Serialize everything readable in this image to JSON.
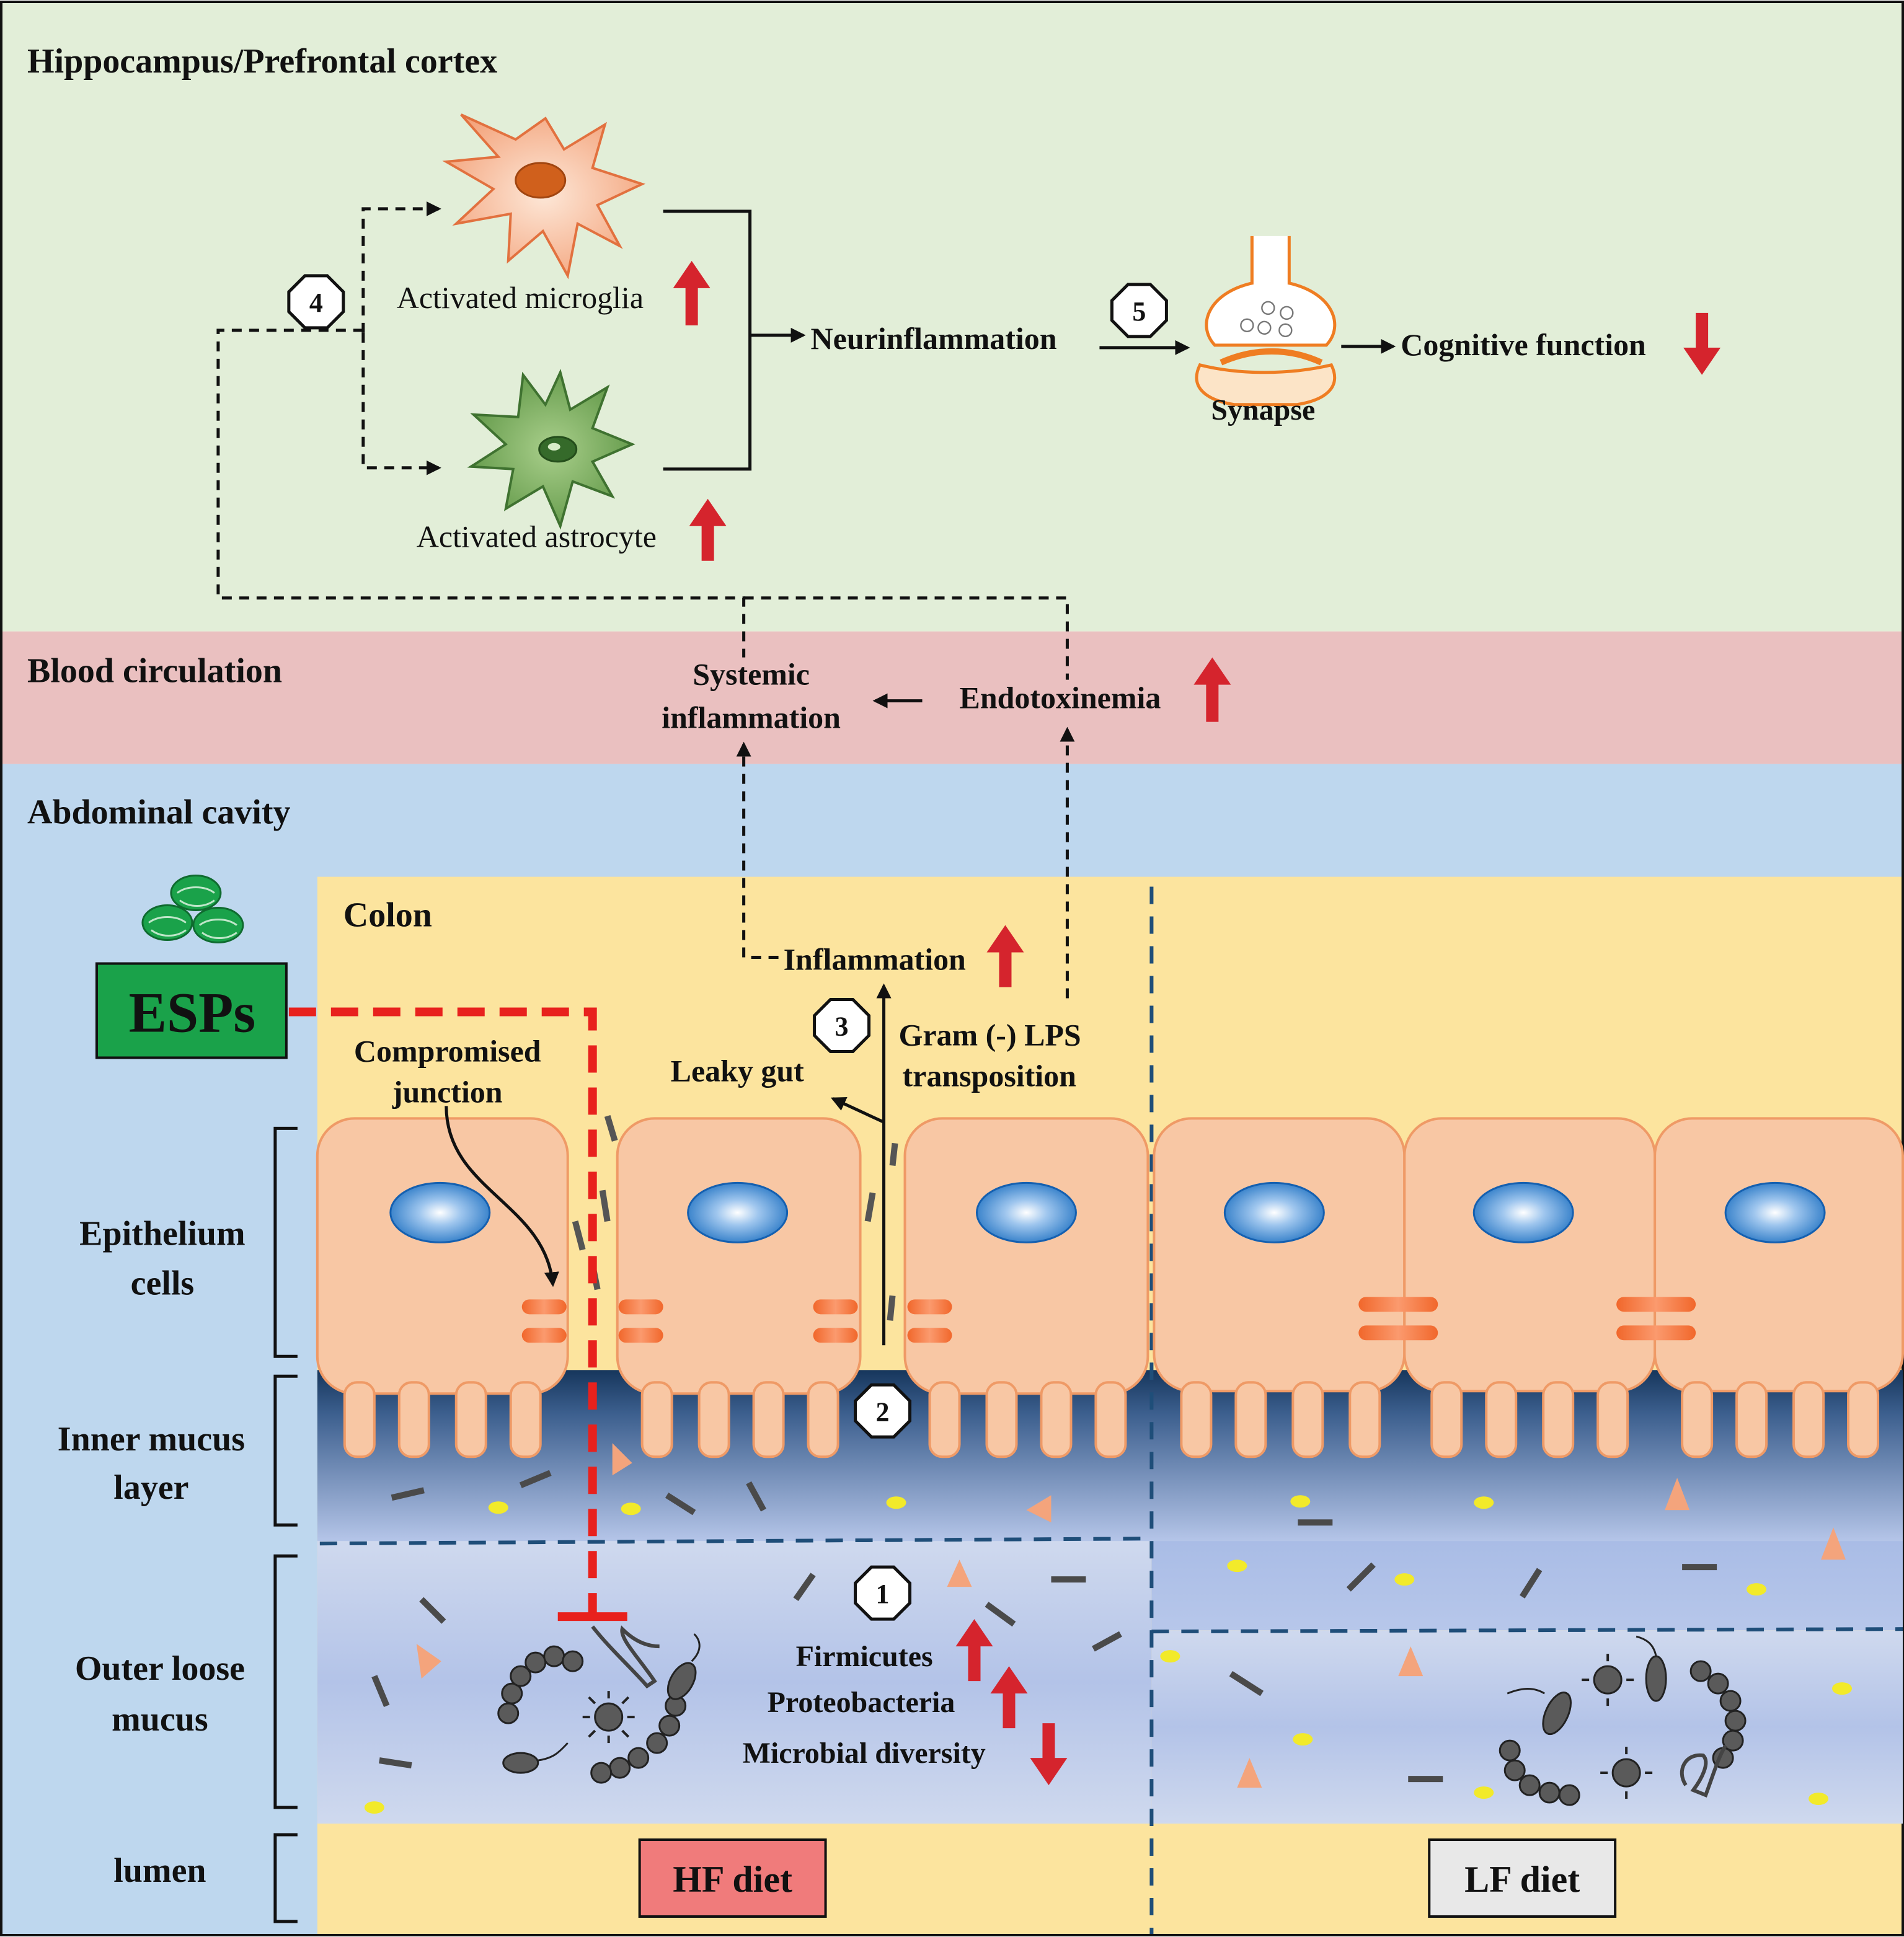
{
  "regions": {
    "brain": "Hippocampus/Prefrontal  cortex",
    "blood": "Blood circulation",
    "abdomen": "Abdominal cavity",
    "colon": "Colon"
  },
  "brain": {
    "microglia": "Activated microglia",
    "astrocyte": "Activated astrocyte",
    "neuroinflammation": "Neurinflammation",
    "synapse": "Synapse",
    "cognitive": "Cognitive function"
  },
  "blood": {
    "systemic_line1": "Systemic",
    "systemic_line2": "inflammation",
    "endotoxemia": "Endotoxinemia"
  },
  "colon": {
    "inflammation": "Inflammation",
    "lps_line1": "Gram (-) LPS",
    "lps_line2": "transposition",
    "leaky_gut": "Leaky gut",
    "junction_line1": "Compromised",
    "junction_line2": "junction",
    "firmicutes": "Firmicutes",
    "proteobacteria": "Proteobacteria",
    "diversity": "Microbial diversity",
    "hf_diet": "HF diet",
    "lf_diet": "LF diet"
  },
  "espps": "ESPs",
  "layers": {
    "epithelium_line1": "Epithelium",
    "epithelium_line2": "cells",
    "inner_line1": "Inner mucus",
    "inner_line2": "layer",
    "outer_line1": "Outer loose",
    "outer_line2": "mucus",
    "lumen": "lumen"
  },
  "steps": [
    "1",
    "2",
    "3",
    "4",
    "5"
  ],
  "colors": {
    "brain_bg": "#e2eed8",
    "blood_bg": "#eac0c0",
    "abdomen_bg": "#bed7ee",
    "colon_bg": "#fce49e",
    "cell_fill": "#f8c7a4",
    "up_arrow": "#d5242d",
    "esps_box": "#1aa24a",
    "hf_box": "#f07b7b",
    "lf_box": "#e8e8e8"
  },
  "icons": [
    "microglia-icon",
    "astrocyte-icon",
    "synapse-icon",
    "esps-pellet-icon",
    "bacteria-icon",
    "up-arrow-icon",
    "down-arrow-icon"
  ]
}
